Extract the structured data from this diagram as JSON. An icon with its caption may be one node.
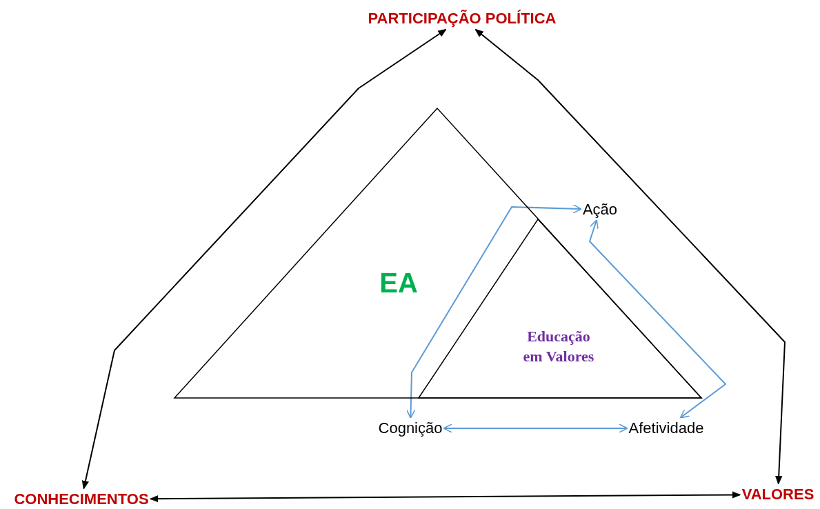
{
  "diagram": {
    "nodes": [
      {
        "text": [
          "PARTICIPAÇÃO POLÍTICA"
        ]
      },
      {
        "text": [
          "EA"
        ]
      },
      {
        "text": [
          "Ação"
        ]
      },
      {
        "text": [
          "Educação em Valores"
        ],
        "in": 1
      },
      {
        "text": [
          "Cognição"
        ]
      },
      {
        "text": [
          "Afetividade"
        ]
      },
      {
        "text": [
          "CONHECIMENTOS"
        ]
      },
      {
        "text": [
          "VALORES"
        ]
      }
    ],
    "edges": [
      {
        "from": 6,
        "to": 0,
        "arrow": "both"
      },
      {
        "from": 0,
        "to": 7,
        "arrow": "both"
      },
      {
        "from": 4,
        "to": 2,
        "arrow": "both",
        "color": "#5b9bd5"
      },
      {
        "from": 2,
        "to": 5,
        "arrow": "both",
        "color": "#5b9bd5"
      },
      {
        "from": 4,
        "to": 5,
        "arrow": "both",
        "color": "#5b9bd5"
      },
      {
        "from": 6,
        "to": 7,
        "arrow": "both"
      }
    ]
  }
}
